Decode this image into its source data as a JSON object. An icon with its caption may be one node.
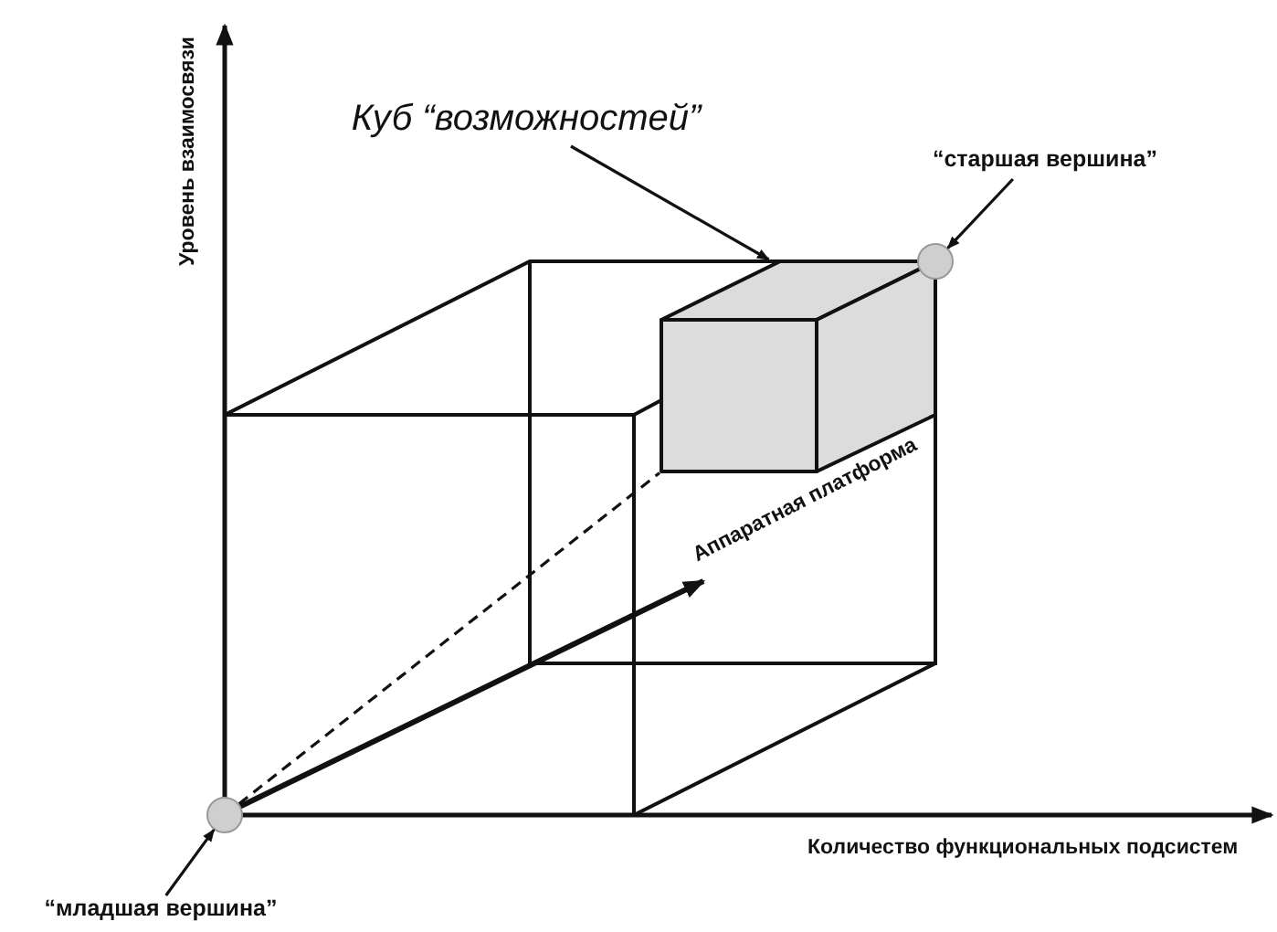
{
  "diagram": {
    "nodes": [
      {
        "text": [
          "Куб “возможностей”"
        ]
      },
      {
        "text": [],
        "shape": "box"
      },
      {
        "text": [
          "“старшая вершина”"
        ]
      },
      {
        "text": [],
        "shape": "circle"
      },
      {
        "text": [],
        "shape": "circle"
      },
      {
        "text": [
          "“младшая вершина”"
        ]
      }
    ],
    "edges": [
      {
        "from": 0,
        "to": 1,
        "arrow": "to"
      },
      {
        "from": 2,
        "to": 3,
        "arrow": "to"
      },
      {
        "from": 5,
        "to": 4,
        "arrow": "to"
      },
      {
        "from": 4,
        "to": 1,
        "arrow": "none",
        "style": "dashed"
      }
    ],
    "labels": [
      "Уровень взаимосвязи",
      "Аппаратная платформа",
      "Количество функциональных подсистем"
    ]
  }
}
